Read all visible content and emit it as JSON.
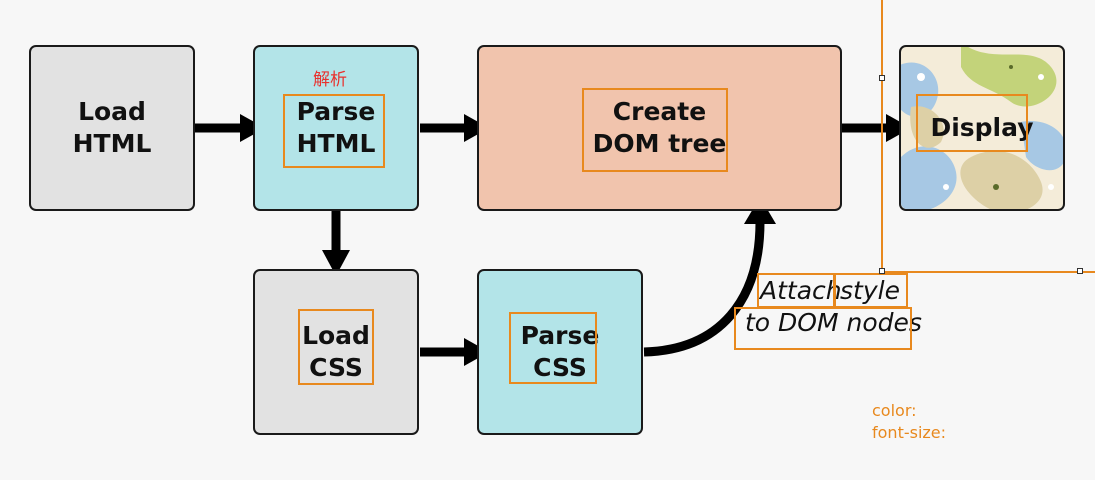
{
  "nodes": {
    "load_html": [
      "Load",
      "HTML"
    ],
    "parse_html": [
      "Parse",
      "HTML"
    ],
    "create_dom": [
      "Create",
      "DOM tree"
    ],
    "display": [
      "Display"
    ],
    "load_css": [
      "Load",
      "CSS"
    ],
    "parse_css": [
      "Parse",
      "CSS"
    ]
  },
  "annotation_parse": "解析",
  "attach_label": {
    "word1": "Attach",
    "word2": "style",
    "line2": "to DOM nodes"
  },
  "css_props": [
    "color:",
    "font-size:"
  ],
  "colors": {
    "gray": "#e2e2e2",
    "cyan": "#b3e4e8",
    "salmon": "#f1c4ad",
    "highlight": "#e8891e",
    "annotation": "#e8322e"
  }
}
